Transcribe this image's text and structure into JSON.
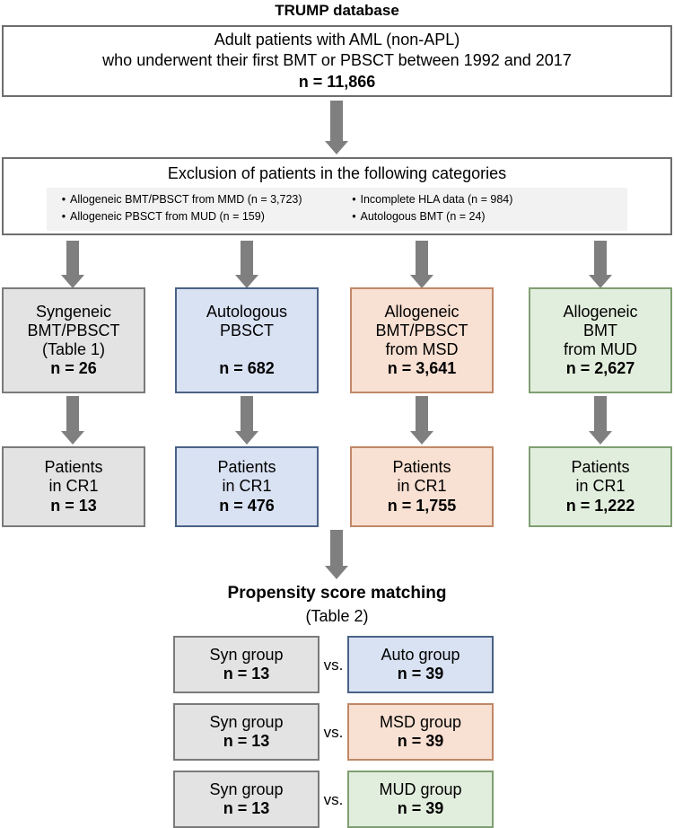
{
  "title": "TRUMP database",
  "cohort": {
    "line1": "Adult patients with AML (non-APL)",
    "line2": "who underwent their first BMT or PBSCT between 1992 and 2017",
    "n": "n = 11,866"
  },
  "exclusion": {
    "title": "Exclusion of patients in the following categories",
    "bullet_glyph": "•",
    "items_left": [
      "Allogeneic BMT/PBSCT from MMD (n = 3,723)",
      "Allogeneic PBSCT from MUD (n = 159)"
    ],
    "items_right": [
      "Incomplete HLA data (n = 984)",
      "Autologous BMT (n = 24)"
    ]
  },
  "groups": [
    {
      "l1": "Syngeneic",
      "l2": "BMT/PBSCT",
      "l3": "(Table 1)",
      "n": "n = 26",
      "color": "#e3e3e3"
    },
    {
      "l1": "Autologous",
      "l2": "PBSCT",
      "l3": "",
      "n": "n = 682",
      "color": "#d9e2f3"
    },
    {
      "l1": "Allogeneic",
      "l2": "BMT/PBSCT",
      "l3": "from MSD",
      "n": "n = 3,641",
      "color": "#f8e0d2"
    },
    {
      "l1": "Allogeneic",
      "l2": "BMT",
      "l3": "from MUD",
      "n": "n = 2,627",
      "color": "#e2eedd"
    }
  ],
  "cr1": [
    {
      "l1": "Patients",
      "l2": "in CR1",
      "n": "n = 13",
      "color": "#e3e3e3"
    },
    {
      "l1": "Patients",
      "l2": "in CR1",
      "n": "n = 476",
      "color": "#d9e2f3"
    },
    {
      "l1": "Patients",
      "l2": "in CR1",
      "n": "n = 1,755",
      "color": "#f8e0d2"
    },
    {
      "l1": "Patients",
      "l2": "in CR1",
      "n": "n = 1,222",
      "color": "#e2eedd"
    }
  ],
  "matching": {
    "title": "Propensity score matching",
    "subtitle": "(Table 2)",
    "vs_label": "vs.",
    "rows": [
      {
        "left_label": "Syn group",
        "left_n": "n = 13",
        "right_label": "Auto group",
        "right_n": "n = 39",
        "right_color": "#d9e2f3"
      },
      {
        "left_label": "Syn group",
        "left_n": "n = 13",
        "right_label": "MSD group",
        "right_n": "n = 39",
        "right_color": "#f8e0d2"
      },
      {
        "left_label": "Syn group",
        "left_n": "n = 13",
        "right_label": "MUD group",
        "right_n": "n = 39",
        "right_color": "#e2eedd"
      }
    ]
  }
}
